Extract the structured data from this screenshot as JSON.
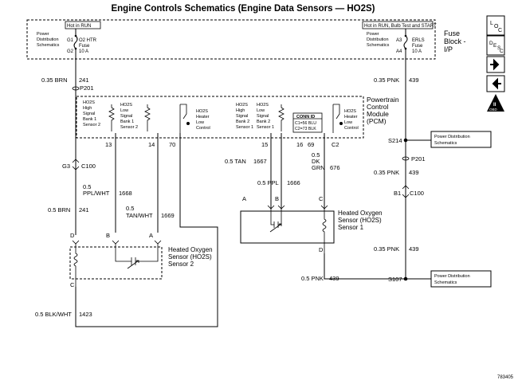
{
  "title": "Engine Controls Schematics (Engine Data Sensors — HO2S)",
  "figure_id": "783405",
  "fuse_block": {
    "label_line1": "Fuse",
    "label_line2": "Block -",
    "label_line3": "I/P",
    "left": {
      "hot_label": "Hot in RUN",
      "pd_line1": "Power",
      "pd_line2": "Distribution",
      "pd_line3": "Schematics",
      "pin_top": "G1",
      "pin_bottom": "G2",
      "fuse_name": "O2 HTR",
      "fuse_word": "Fuse",
      "fuse_rating": "10 A"
    },
    "right": {
      "hot_label": "Hot in RUN, Bulb Test and START",
      "pd_line1": "Power",
      "pd_line2": "Distribution",
      "pd_line3": "Schematics",
      "pin_top": "A3",
      "pin_bottom": "A4",
      "fuse_name": "ERLS",
      "fuse_word": "Fuse",
      "fuse_rating": "10 A"
    }
  },
  "pcm": {
    "label_line1": "Powertrain",
    "label_line2": "Control",
    "label_line3": "Module",
    "label_line4": "(PCM)",
    "circuits": [
      {
        "l1": "HO2S",
        "l2": "High",
        "l3": "Signal",
        "l4": "Bank 1",
        "l5": "Sensor 2"
      },
      {
        "l1": "HO2S",
        "l2": "Low",
        "l3": "Signal",
        "l4": "Bank 1",
        "l5": "Sensor 2"
      },
      {
        "l1": "HO2S",
        "l2": "Heater",
        "l3": "Low",
        "l4": "Control"
      },
      {
        "l1": "HO2S",
        "l2": "High",
        "l3": "Signal",
        "l4": "Bank 2",
        "l5": "Sensor 1"
      },
      {
        "l1": "HO2S",
        "l2": "Low",
        "l3": "Signal",
        "l4": "Bank 2",
        "l5": "Sensor 1"
      },
      {
        "l1": "HO2S",
        "l2": "Heater",
        "l3": "Low",
        "l4": "Control"
      }
    ],
    "conn_id_title": "CONN ID",
    "conn_id_c1": "C1=56 BLU",
    "conn_id_c2": "C2=73 BLK",
    "pins": [
      "13",
      "14",
      "70",
      "15",
      "16",
      "69",
      "C2"
    ]
  },
  "wires": {
    "w241_top": "0.35 BRN",
    "w241_top_num": "241",
    "w439_top": "0.35 PNK",
    "w439_top_num": "439",
    "p201_left": "P201",
    "p201_right": "P201",
    "g3": "G3",
    "c100_left": "C100",
    "w1668_a": "0.5",
    "w1668_b": "PPL/WHT",
    "w1668_num": "1668",
    "w241_low": "0.5 BRN",
    "w241_low_num": "241",
    "w1669_a": "0.5",
    "w1669_b": "TAN/WHT",
    "w1669_num": "1669",
    "w1667": "0.5 TAN",
    "w1667_num": "1667",
    "w1666": "0.5 PPL",
    "w1666_num": "1666",
    "w676_a": "0.5",
    "w676_b": "DK",
    "w676_c": "GRN",
    "w676_num": "676",
    "w439_mid": "0.35 PNK",
    "w439_mid_num": "439",
    "b1": "B1",
    "c100_right": "C100",
    "w439_low": "0.35 PNK",
    "w439_low_num": "439",
    "w439_bot": "0.5 PNK",
    "w439_bot_num": "439",
    "w1423": "0.5 BLK/WHT",
    "w1423_num": "1423",
    "s214": "S214",
    "s107": "S107",
    "pd_box1_l1": "Power Distribution",
    "pd_box1_l2": "Schematics",
    "pd_box2_l1": "Power Distribution",
    "pd_box2_l2": "Schematics"
  },
  "sensor1": {
    "l1": "Heated Oxygen",
    "l2": "Sensor (HO2S)",
    "l3": "Sensor 1",
    "pin_a": "A",
    "pin_b": "B",
    "pin_c": "C",
    "pin_d": "D"
  },
  "sensor2": {
    "l1": "Heated Oxygen",
    "l2": "Sensor (HO2S)",
    "l3": "Sensor 2",
    "pin_a": "A",
    "pin_b": "B",
    "pin_c": "C",
    "pin_d": "D"
  },
  "nav": {
    "loc_a": "L",
    "loc_b": "O",
    "loc_c": "C",
    "desc_a": "D",
    "desc_b": "E",
    "desc_c": "S",
    "desc_d": "C",
    "obd_a": "II",
    "obd_b": "OBD"
  }
}
